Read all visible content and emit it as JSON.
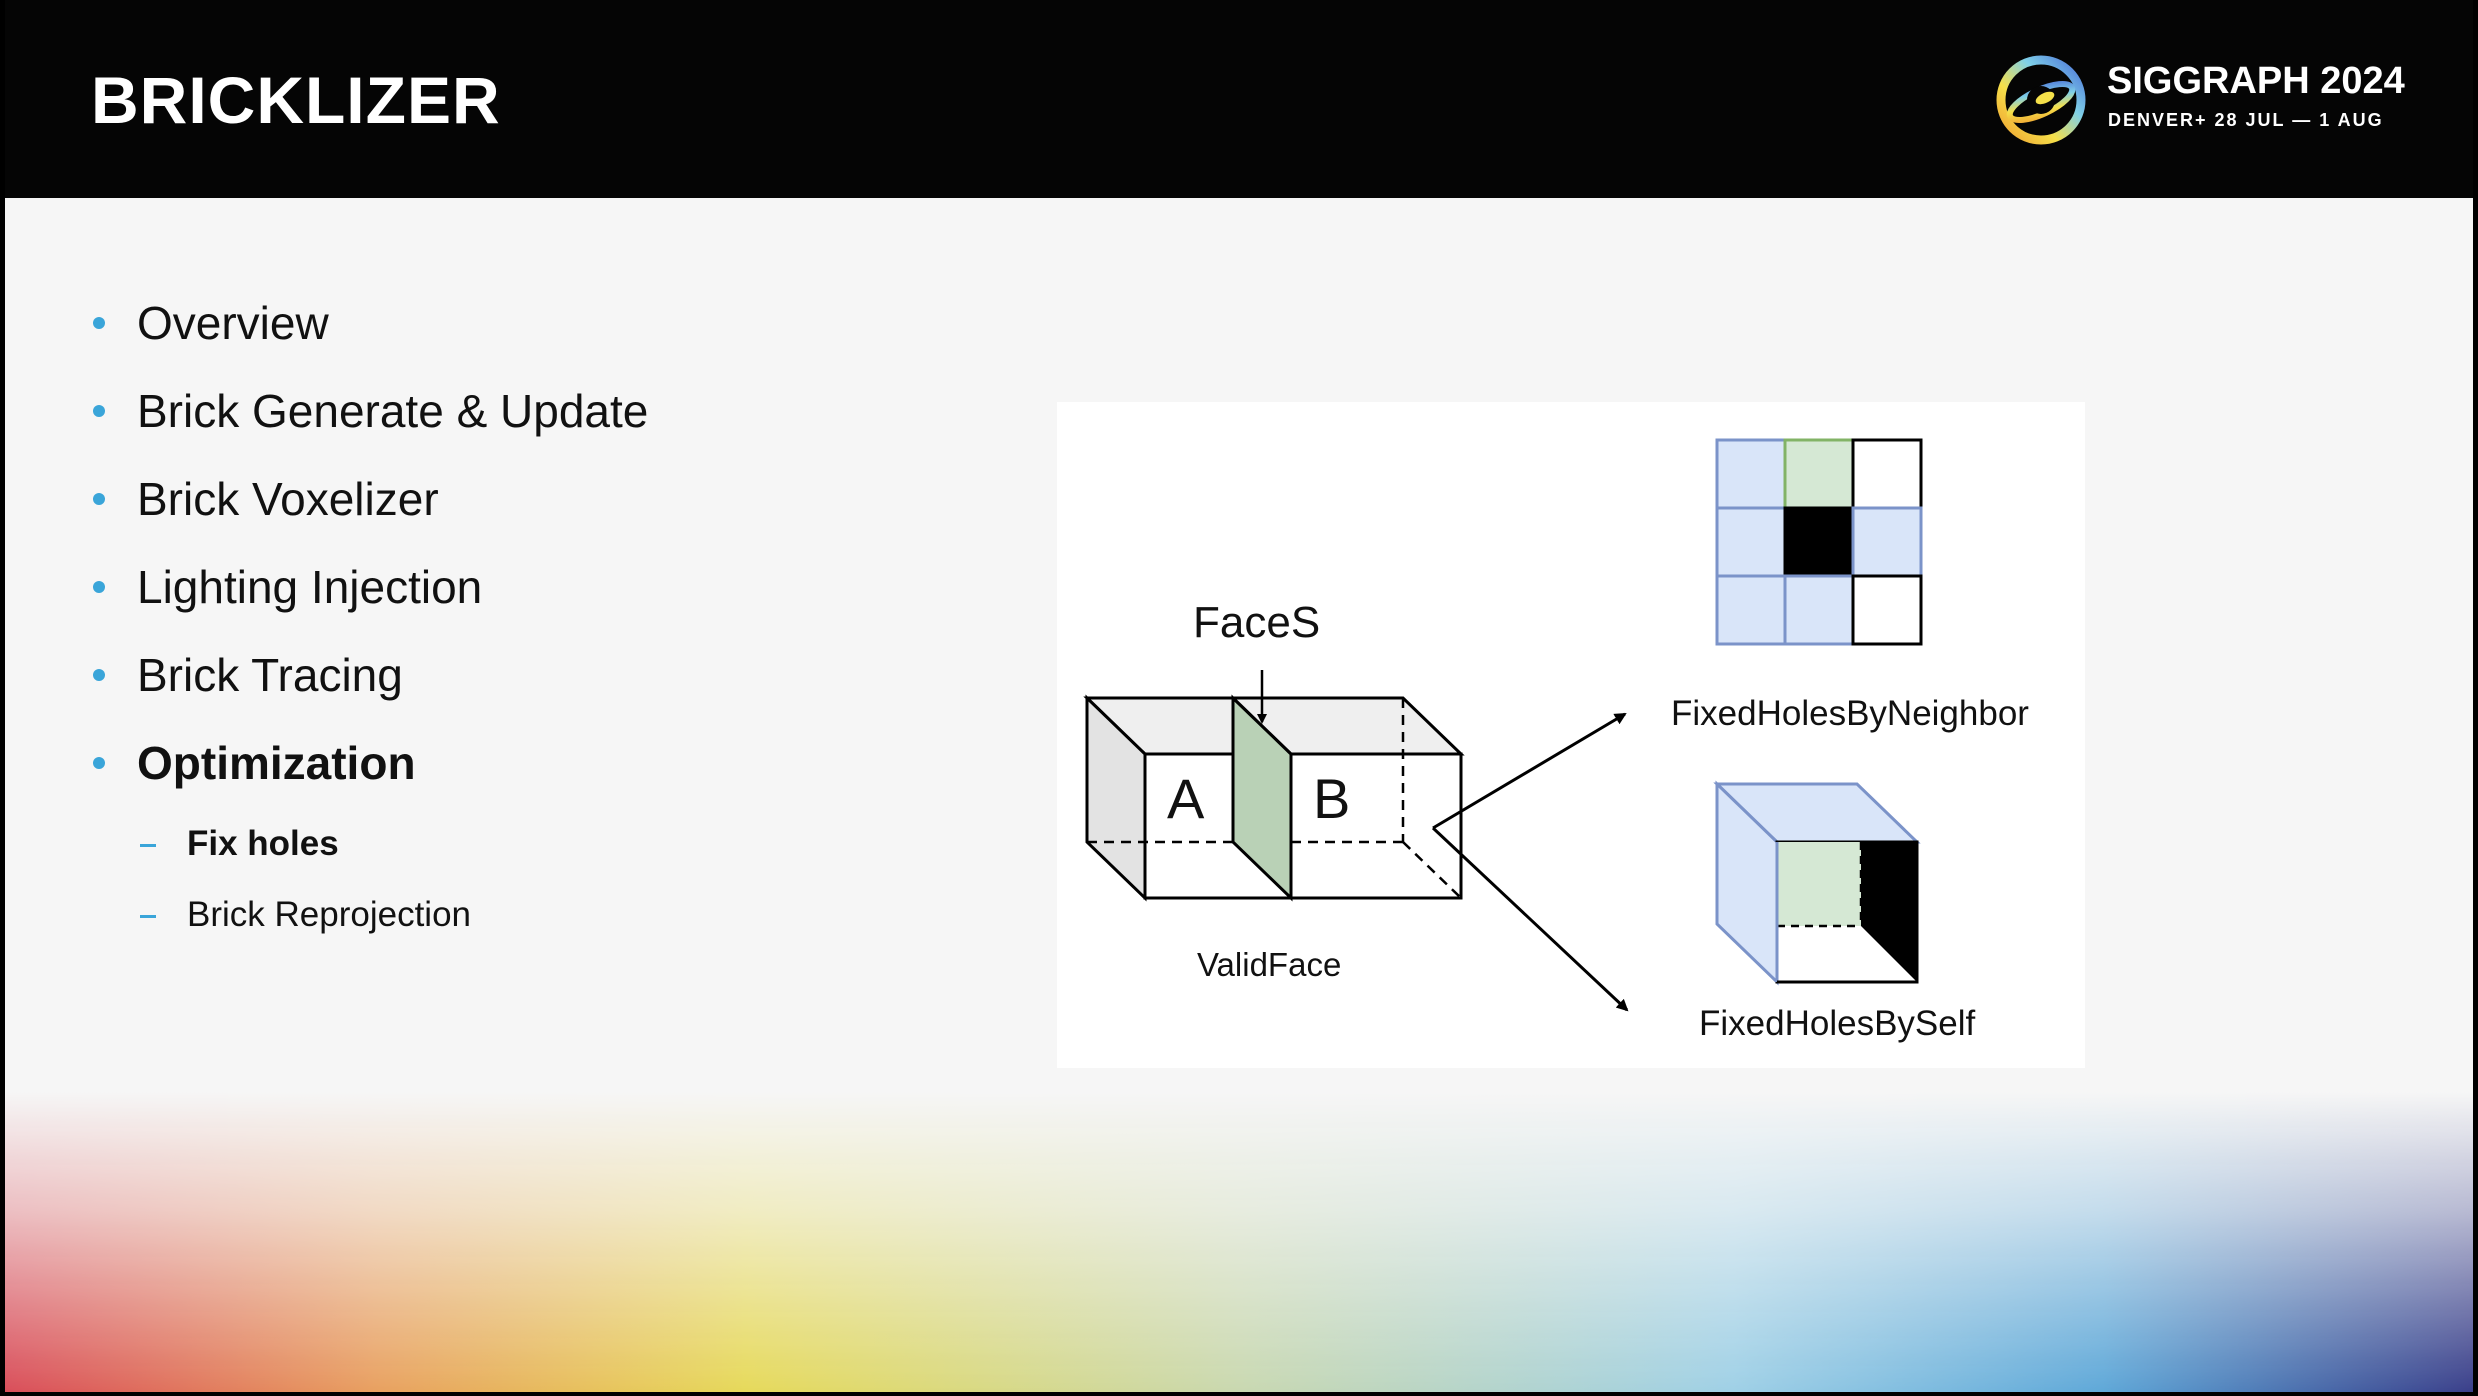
{
  "header": {
    "title": "BRICKLIZER",
    "logo_name": "SIGGRAPH 2024",
    "logo_sub": "DENVER+ 28 JUL — 1 AUG"
  },
  "bullets": [
    {
      "label": "Overview",
      "bold": false
    },
    {
      "label": "Brick Generate & Update",
      "bold": false
    },
    {
      "label": "Brick Voxelizer",
      "bold": false
    },
    {
      "label": "Lighting Injection",
      "bold": false
    },
    {
      "label": "Brick Tracing",
      "bold": false
    },
    {
      "label": "Optimization",
      "bold": true
    }
  ],
  "sub_bullets": [
    {
      "label": "Fix holes",
      "bold": true
    },
    {
      "label": "Brick Reprojection",
      "bold": false
    }
  ],
  "diagram": {
    "faces_label": "FaceS",
    "cube_a": "A",
    "cube_b": "B",
    "valid_face": "ValidFace",
    "neighbor_label": "FixedHolesByNeighbor",
    "self_label": "FixedHolesBySelf"
  },
  "colors": {
    "accent": "#3aa5d9",
    "light_blue": "#d9e5f9",
    "light_green": "#d5e8d4",
    "face_green": "#b9d1b6",
    "black": "#000000"
  }
}
